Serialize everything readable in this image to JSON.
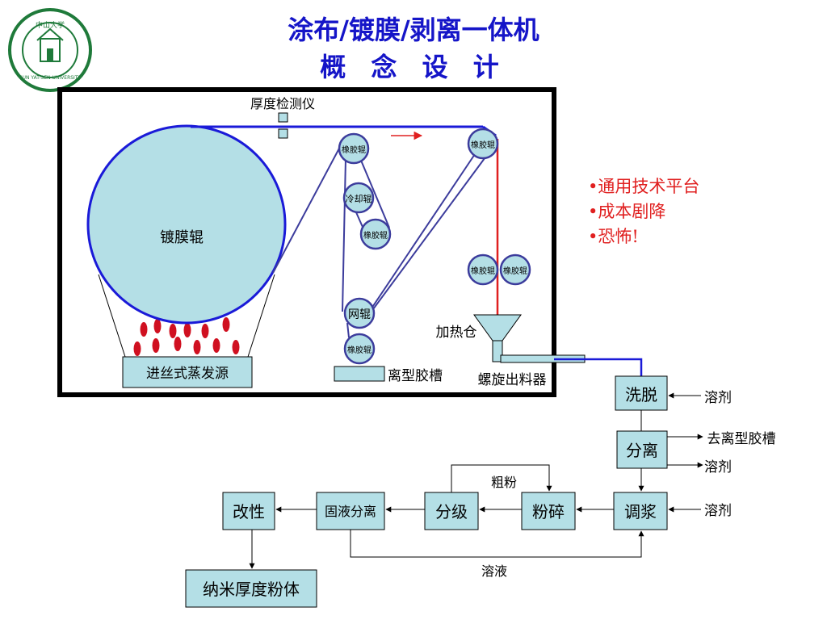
{
  "title": "涂布/镀膜/剥离一体机",
  "subtitle": "概 念 设 计",
  "logo": {
    "text": "SUN YAT-SEN UNIVERSITY",
    "chinese": "中山大学",
    "color": "#1f7a3a"
  },
  "notes": [
    "•通用技术平台",
    "•成本剧降",
    "•恐怖!"
  ],
  "machine": {
    "coating_roll": "镀膜辊",
    "thickness_gauge": "厚度检测仪",
    "evaporation_source": "进丝式蒸发源",
    "rubber_roll": "橡胶辊",
    "cooling_roll": "冷却辊",
    "mesh_roll": "网辊",
    "release_tank": "离型胶槽",
    "heating_bin": "加热仓",
    "screw_discharger": "螺旋出料器"
  },
  "process": {
    "elution": "洗脱",
    "separation": "分离",
    "slurry": "调浆",
    "crushing": "粉碎",
    "grading": "分级",
    "solid_liquid": "固液分离",
    "modification": "改性",
    "product": "纳米厚度粉体",
    "solvent": "溶剂",
    "to_release_tank": "去离型胶槽",
    "coarse_powder": "粗粉",
    "solution": "溶液"
  },
  "colors": {
    "title": "#1515c8",
    "belt": "#1a1ad8",
    "fill": "#b4dfe6",
    "red": "#e02020",
    "roll_stroke": "#3c3c9c"
  }
}
